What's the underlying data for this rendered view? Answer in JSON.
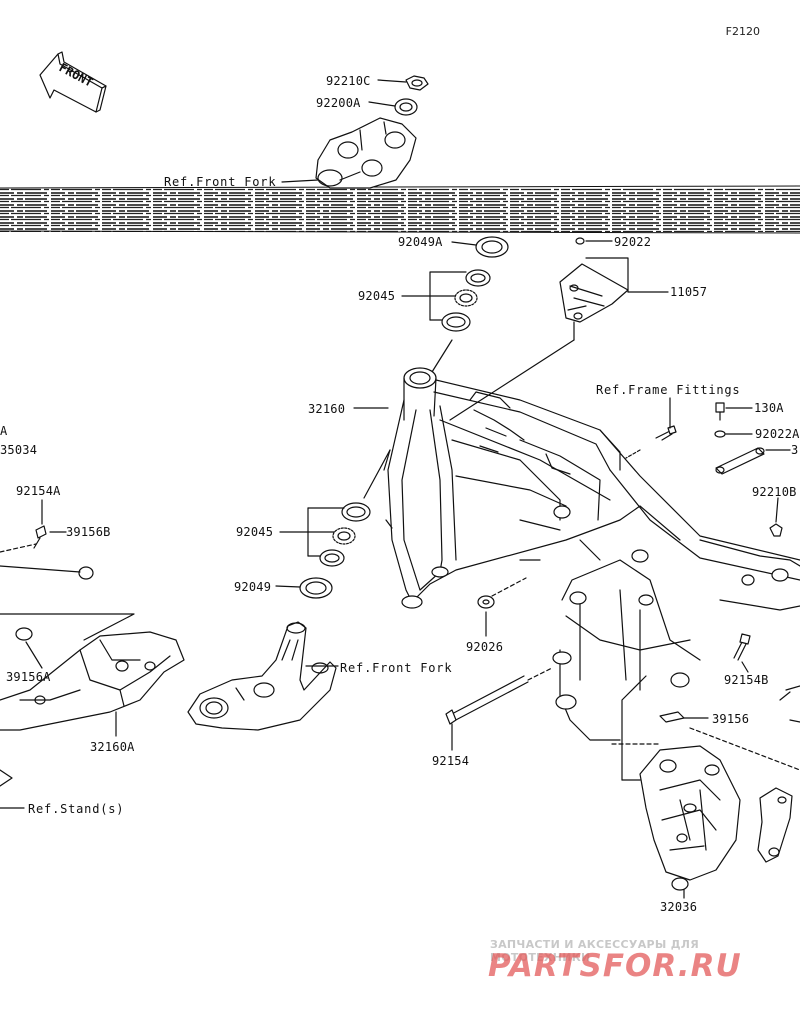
{
  "diagram_code": "F2120",
  "front_label": "FRONT",
  "refs": {
    "front_fork_top": "Ref.Front Fork",
    "frame_fittings": "Ref.Frame Fittings",
    "front_fork_bottom": "Ref.Front Fork",
    "stands": "Ref.Stand(s)"
  },
  "parts": {
    "p92210C": "92210C",
    "p92200A": "92200A",
    "p92049A": "92049A",
    "p92022_top": "92022",
    "p11057": "11057",
    "p92045_top": "92045",
    "p32160": "32160",
    "p130A": "130A",
    "p92022A": "92022A",
    "p92210B": "92210B",
    "p92154A": "92154A",
    "p39156B": "39156B",
    "p92045_mid": "92045",
    "p92049": "92049",
    "p92026": "92026",
    "p39156A": "39156A",
    "p32160A": "32160A",
    "p92154B": "92154B",
    "p39156": "39156",
    "p92154": "92154",
    "p32036": "32036",
    "left_cut_a": "A",
    "left_cut_35034": "35034",
    "right_cut_3": "3"
  },
  "watermark": {
    "tagline": "ЗАПЧАСТИ И АКСЕССУАРЫ ДЛЯ МОТОТЕХНИКИ",
    "logo": "PARTSFOR.RU"
  }
}
